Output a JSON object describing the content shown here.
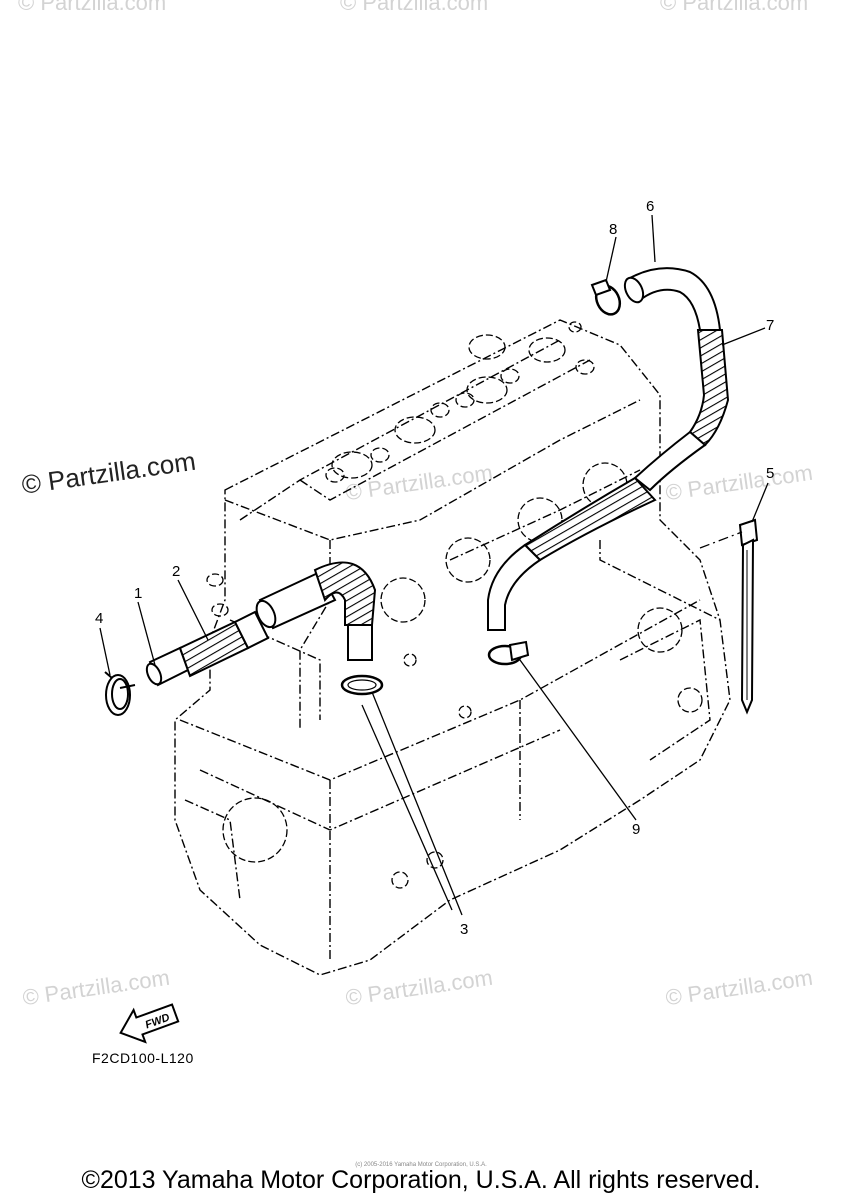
{
  "watermark_text": "© Partzilla.com",
  "watermark_main": "© Partzilla.com",
  "callouts": [
    "1",
    "2",
    "3",
    "4",
    "5",
    "6",
    "7",
    "8",
    "9"
  ],
  "fwd_label": "FWD",
  "diagram_code": "F2CD100-L120",
  "small_copyright": "(c) 2005-2016 Yamaha Motor Corporation, U.S.A.",
  "copyright": "©2013 Yamaha Motor Corporation, U.S.A. All rights reserved."
}
